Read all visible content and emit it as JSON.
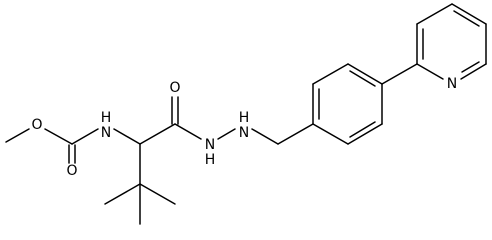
{
  "atoms": {
    "o_ester": "O",
    "n_carbamate": "H\nN",
    "o_carbamate": "O",
    "o_amide": "O",
    "n_hydrazide": "N\nH",
    "n_hydrazine": "H\nN",
    "n_pyridine": "N"
  }
}
